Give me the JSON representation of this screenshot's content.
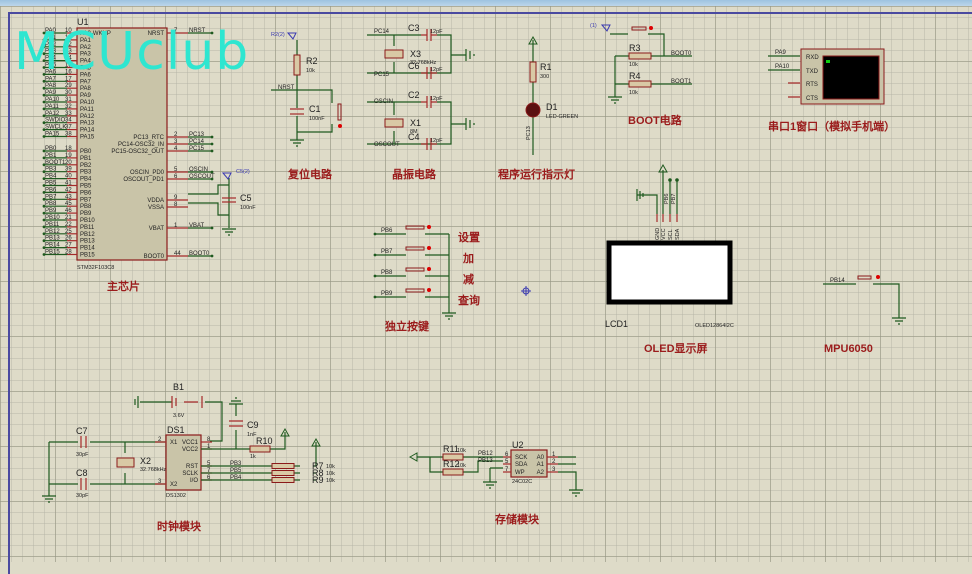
{
  "watermark": "MCUclub",
  "colors": {
    "title": "#9b1c1c",
    "wire": "#1f5a1f",
    "pin": "#a52a2a",
    "watermark": "#2ee6d0",
    "sheet": "#dedbc8"
  },
  "u1": {
    "ref": "U1",
    "part": "STM32F103C8",
    "left_pins": [
      {
        "net": "PA0",
        "num": "10",
        "name": "PA0-WKUP"
      },
      {
        "net": "PA1",
        "num": "11",
        "name": "PA1"
      },
      {
        "net": "PA2",
        "num": "12",
        "name": "PA2"
      },
      {
        "net": "PA3",
        "num": "13",
        "name": "PA3"
      },
      {
        "net": "PA4",
        "num": "14",
        "name": "PA4"
      },
      {
        "net": "PA5",
        "num": "15",
        "name": "PA5"
      },
      {
        "net": "PA6",
        "num": "16",
        "name": "PA6"
      },
      {
        "net": "PA7",
        "num": "17",
        "name": "PA7"
      },
      {
        "net": "PA8",
        "num": "29",
        "name": "PA8"
      },
      {
        "net": "PA9",
        "num": "30",
        "name": "PA9"
      },
      {
        "net": "PA10",
        "num": "31",
        "name": "PA10"
      },
      {
        "net": "PA11",
        "num": "32",
        "name": "PA11"
      },
      {
        "net": "PA12",
        "num": "33",
        "name": "PA12"
      },
      {
        "net": "SWDIO",
        "num": "34",
        "name": "PA13"
      },
      {
        "net": "SWCLK",
        "num": "37",
        "name": "PA14"
      },
      {
        "net": "PA15",
        "num": "38",
        "name": "PA15"
      },
      {
        "net": "PB0",
        "num": "18",
        "name": "PB0"
      },
      {
        "net": "PB1",
        "num": "19",
        "name": "PB1"
      },
      {
        "net": "BOOT1",
        "num": "20",
        "name": "PB2"
      },
      {
        "net": "PB3",
        "num": "39",
        "name": "PB3"
      },
      {
        "net": "PB4",
        "num": "40",
        "name": "PB4"
      },
      {
        "net": "PB5",
        "num": "41",
        "name": "PB5"
      },
      {
        "net": "PB6",
        "num": "42",
        "name": "PB6"
      },
      {
        "net": "PB7",
        "num": "43",
        "name": "PB7"
      },
      {
        "net": "PB8",
        "num": "45",
        "name": "PB8"
      },
      {
        "net": "PB9",
        "num": "46",
        "name": "PB9"
      },
      {
        "net": "PB10",
        "num": "21",
        "name": "PB10"
      },
      {
        "net": "PB11",
        "num": "22",
        "name": "PB11"
      },
      {
        "net": "PB12",
        "num": "25",
        "name": "PB12"
      },
      {
        "net": "PB13",
        "num": "26",
        "name": "PB13"
      },
      {
        "net": "PB14",
        "num": "27",
        "name": "PB14"
      },
      {
        "net": "PB15",
        "num": "28",
        "name": "PB15"
      }
    ],
    "right_pins": [
      {
        "name": "NRST",
        "num": "7",
        "net": "NRST"
      },
      {
        "name": "PC13_RTC",
        "num": "2",
        "net": "PC13"
      },
      {
        "name": "PC14-OSC32_IN",
        "num": "3",
        "net": "PC14"
      },
      {
        "name": "PC15-OSC32_OUT",
        "num": "4",
        "net": "PC15"
      },
      {
        "name": "OSCIN_PD0",
        "num": "5",
        "net": "OSCIN"
      },
      {
        "name": "OSCOUT_PD1",
        "num": "6",
        "net": "OSCOUT"
      },
      {
        "name": "VDDA",
        "num": "9",
        "net": ""
      },
      {
        "name": "VSSA",
        "num": "8",
        "net": ""
      },
      {
        "name": "VBAT",
        "num": "1",
        "net": "VBAT"
      },
      {
        "name": "BOOT0",
        "num": "44",
        "net": "BOOT0"
      }
    ],
    "c5": {
      "ref": "C5",
      "value": "100nF",
      "probe": "C5(2)"
    }
  },
  "sections": {
    "main_chip": "主芯片",
    "reset": "复位电路",
    "crystal": "晶振电路",
    "indicator": "程序运行指示灯",
    "boot": "BOOT电路",
    "uart": "串口1窗口（模拟手机端）",
    "keys": "独立按键",
    "oled": "OLED显示屏",
    "mpu": "MPU6050",
    "clock": "时钟模块",
    "storage": "存储模块"
  },
  "reset": {
    "probe": "R2(2)",
    "r_ref": "R2",
    "r_val": "10k",
    "net": "NRST",
    "c_ref": "C1",
    "c_val": "100nF"
  },
  "crystal": {
    "nets": [
      "PC14",
      "PC15",
      "OSCIN",
      "OSCOUT"
    ],
    "x3": {
      "ref": "X3",
      "val": "32.768kHz"
    },
    "x1": {
      "ref": "X1",
      "val": "8M"
    },
    "caps": [
      {
        "ref": "C3",
        "val": "12pF"
      },
      {
        "ref": "C6",
        "val": "12pF"
      },
      {
        "ref": "C2",
        "val": "12pF"
      },
      {
        "ref": "C4",
        "val": "12pF"
      }
    ]
  },
  "indicator": {
    "r_ref": "R1",
    "r_val": "300",
    "d_ref": "D1",
    "d_val": "LED-GREEN",
    "net": "PC13"
  },
  "boot": {
    "probe": "(1)",
    "r3": "R3",
    "r3_val": "10k",
    "r4": "R4",
    "r4_val": "10k",
    "net0": "BOOT0",
    "net1": "BOOT1"
  },
  "uart": {
    "pins": [
      "RXD",
      "TXD",
      "RTS",
      "CTS"
    ],
    "nets": [
      "PA9",
      "PA10"
    ]
  },
  "keys": {
    "nets": [
      "PB6",
      "PB7",
      "PB8",
      "PB9"
    ],
    "labels": [
      "设置",
      "加",
      "减",
      "查询"
    ]
  },
  "oled": {
    "ref": "LCD1",
    "part": "OLED12864I2C",
    "pins": [
      "GND",
      "VCC",
      "SCL",
      "SDA"
    ],
    "nets": [
      "PB6",
      "PB7"
    ]
  },
  "mpu": {
    "net": "PB14"
  },
  "clock": {
    "b1": {
      "ref": "B1",
      "val": "3.6V"
    },
    "c7": {
      "ref": "C7",
      "val": "30pF"
    },
    "c8": {
      "ref": "C8",
      "val": "30pF"
    },
    "x2": {
      "ref": "X2",
      "val": "32.768kHz"
    },
    "ds1": {
      "ref": "DS1",
      "part": "DS1302",
      "pins": [
        {
          "name": "X1",
          "num": "2"
        },
        {
          "name": "X2",
          "num": "3"
        },
        {
          "name": "VCC1",
          "num": "8"
        },
        {
          "name": "VCC2",
          "num": "1"
        },
        {
          "name": "RST",
          "num": "5"
        },
        {
          "name": "SCLK",
          "num": "7"
        },
        {
          "name": "I/O",
          "num": "6"
        }
      ]
    },
    "c9": {
      "ref": "C9",
      "val": "1nF"
    },
    "r10": {
      "ref": "R10",
      "val": "1k"
    },
    "nets": [
      "PB3",
      "PB5",
      "PB4"
    ],
    "pullups": [
      {
        "ref": "R7",
        "val": "10k"
      },
      {
        "ref": "R8",
        "val": "10k"
      },
      {
        "ref": "R9",
        "val": "10k"
      }
    ]
  },
  "storage": {
    "r11": {
      "ref": "R11",
      "val": "10k"
    },
    "r12": {
      "ref": "R12",
      "val": "10k"
    },
    "nets": [
      "PB12",
      "PB13"
    ],
    "u2": {
      "ref": "U2",
      "part": "24C02C",
      "left": [
        {
          "name": "SCK",
          "num": "6"
        },
        {
          "name": "SDA",
          "num": "5"
        },
        {
          "name": "WP",
          "num": "7"
        }
      ],
      "right": [
        {
          "name": "A0",
          "num": "1"
        },
        {
          "name": "A1",
          "num": "2"
        },
        {
          "name": "A2",
          "num": "3"
        }
      ]
    }
  }
}
